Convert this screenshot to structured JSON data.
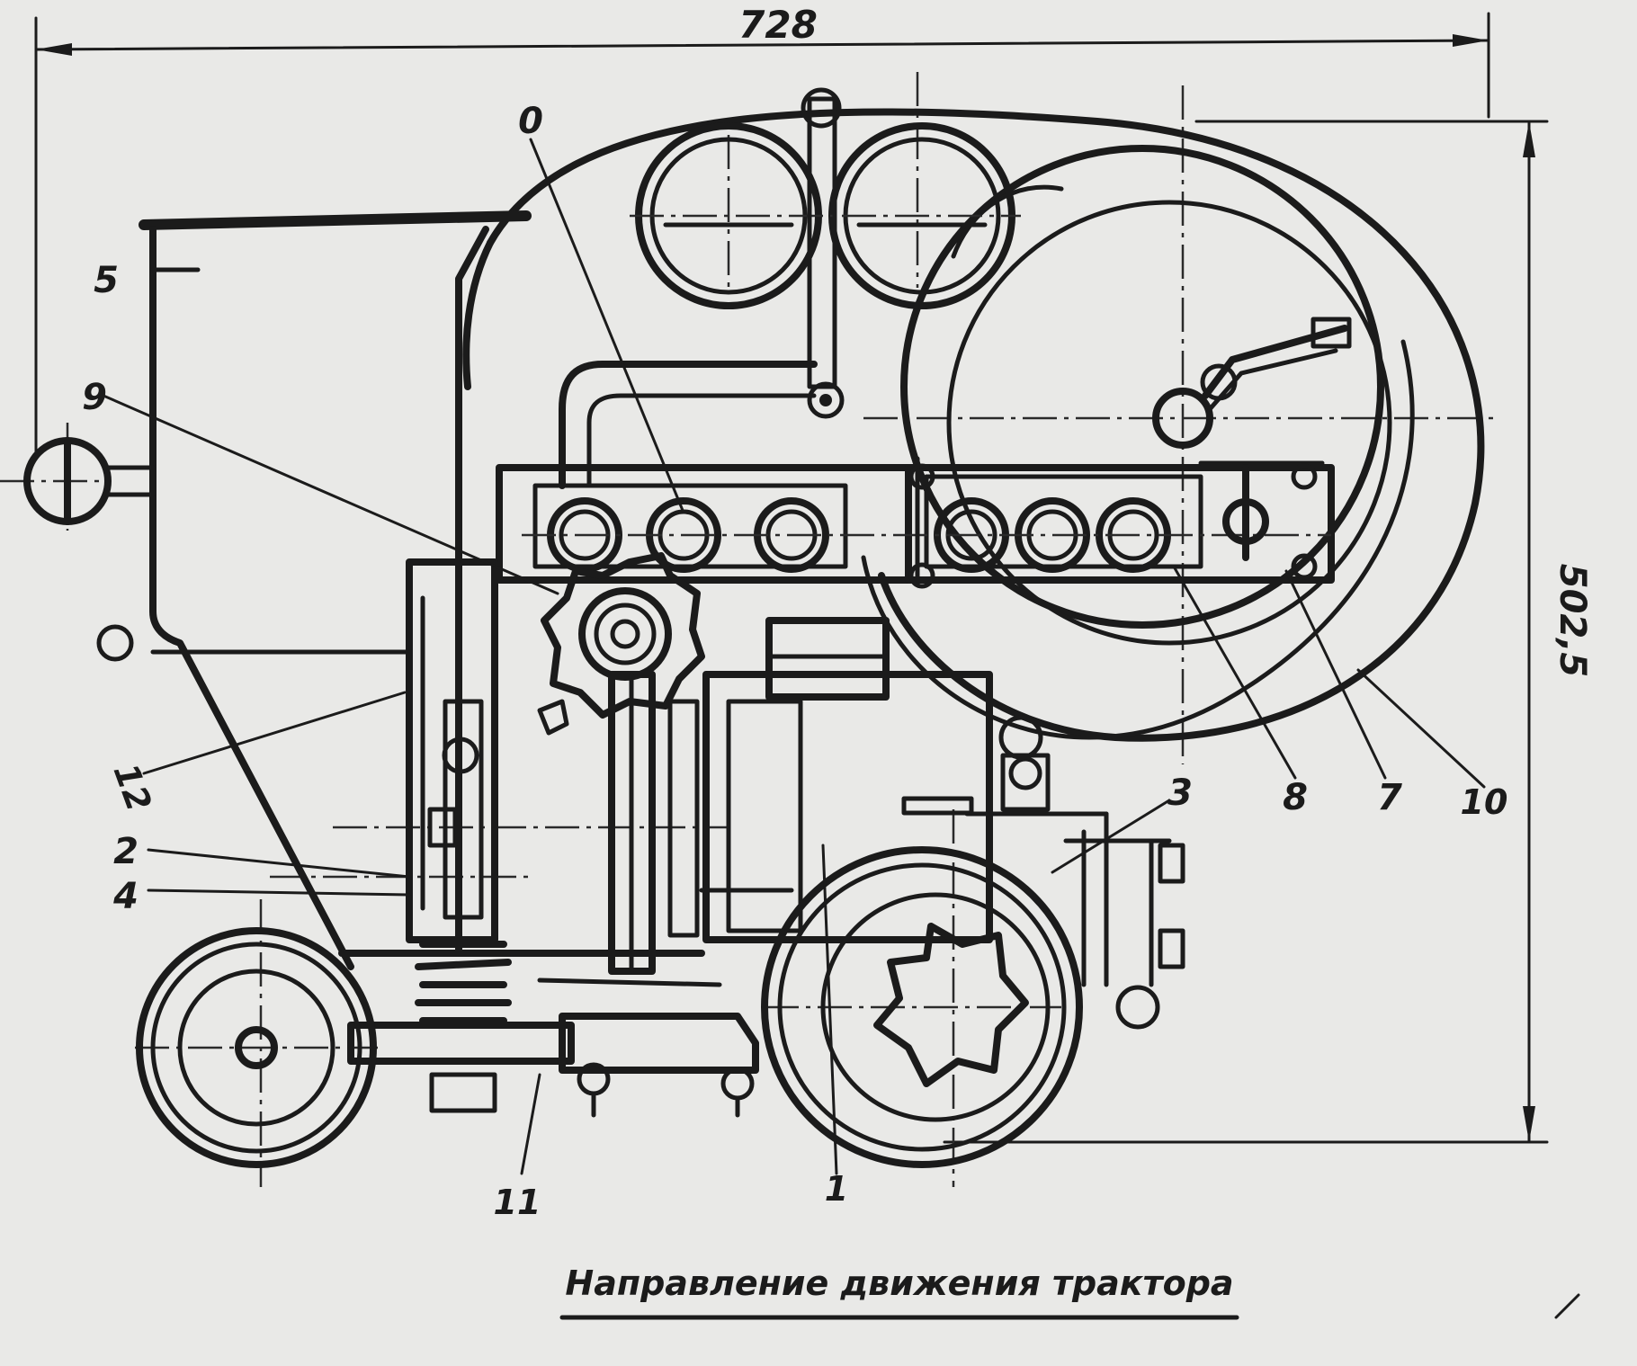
{
  "dimensions": {
    "width": "728",
    "height": "502,5"
  },
  "callouts": [
    "0",
    "9",
    "5",
    "12",
    "2",
    "4",
    "11",
    "1",
    "3",
    "8",
    "7",
    "10"
  ],
  "caption": "Направление движения трактора"
}
